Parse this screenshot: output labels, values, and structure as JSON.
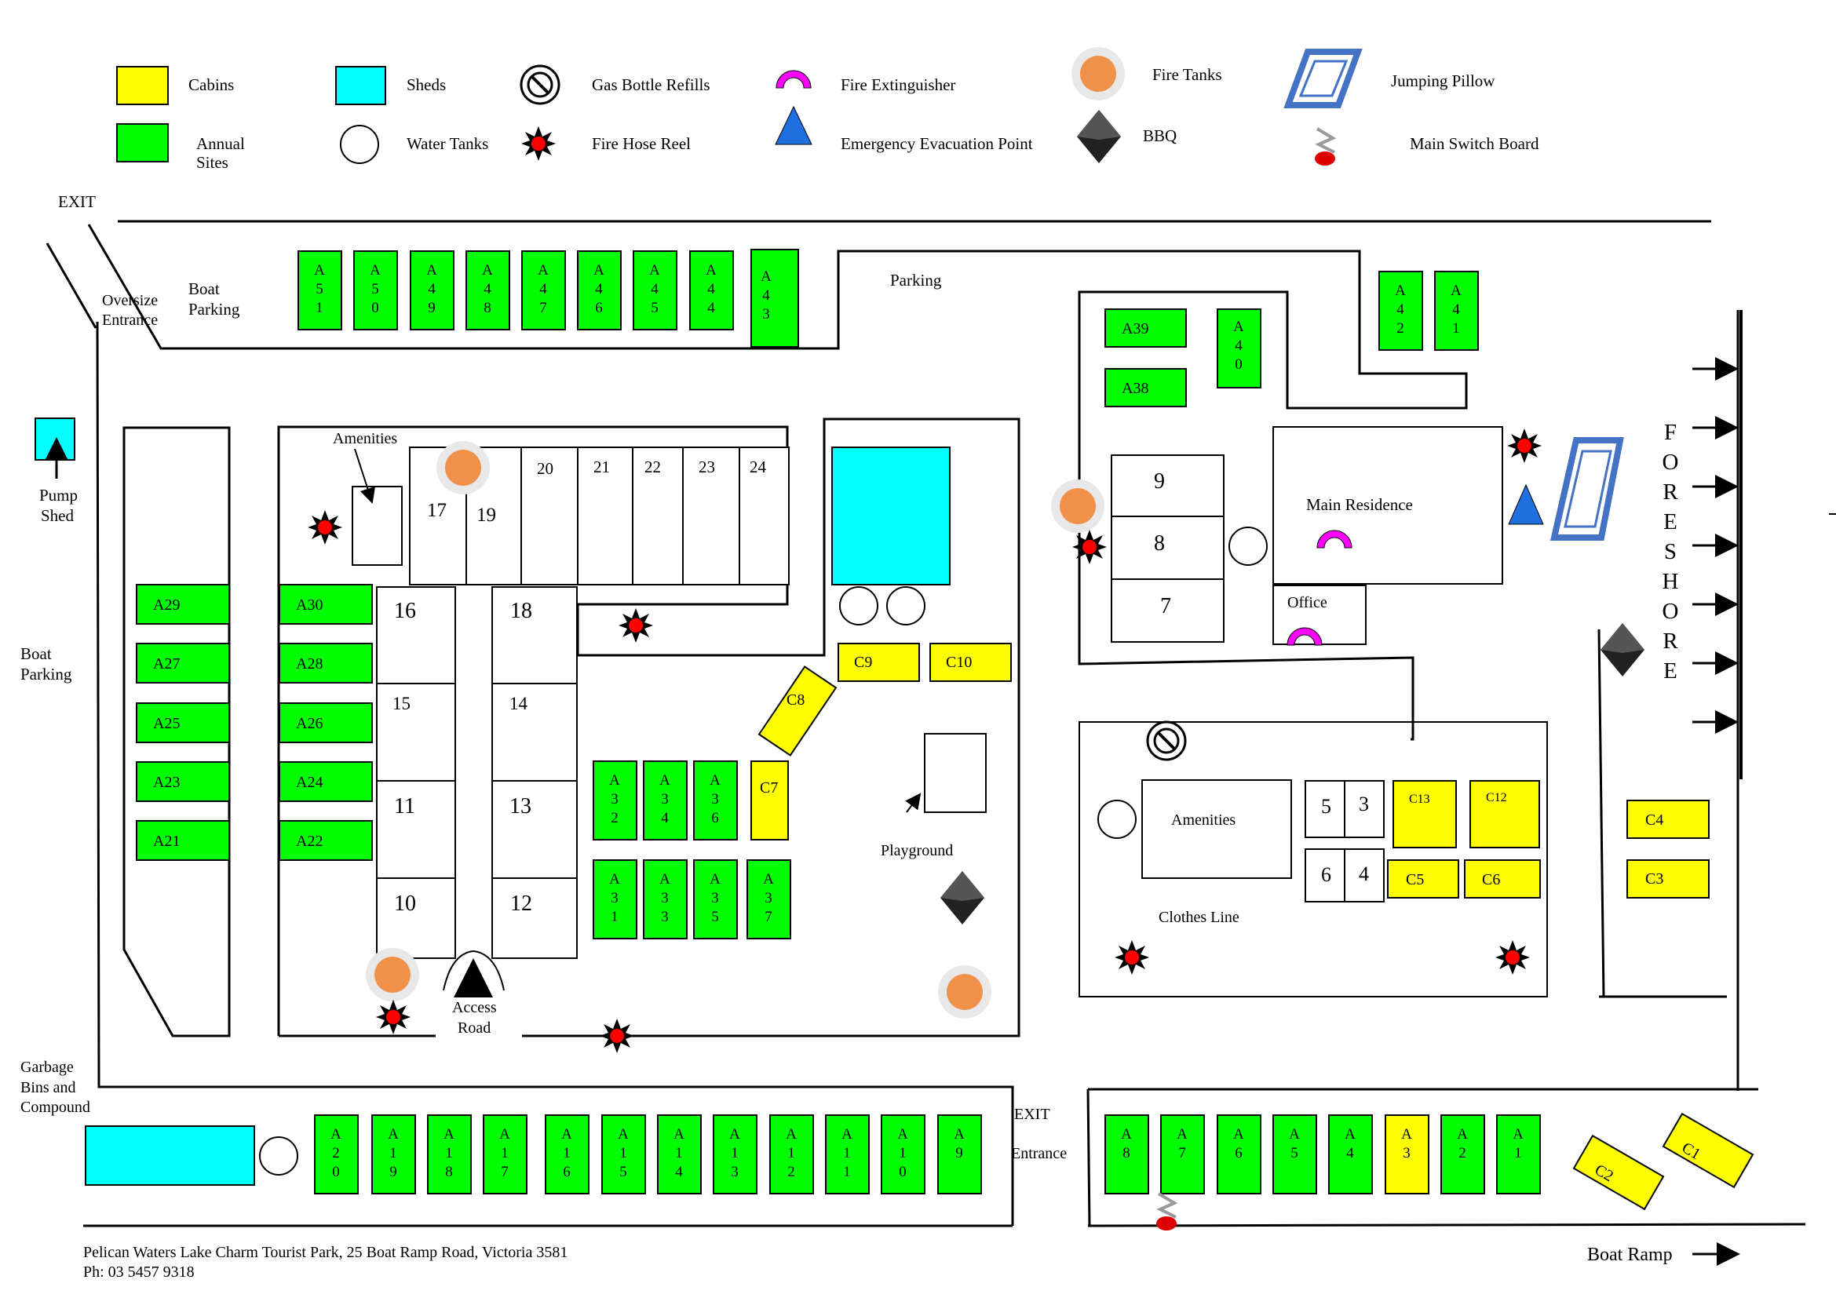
{
  "legend": {
    "cabins": "Cabins",
    "annual_l1": "Annual",
    "annual_l2": "Sites",
    "sheds": "Sheds",
    "water_tanks": "Water Tanks",
    "gas": "Gas Bottle Refills",
    "hose": "Fire Hose Reel",
    "extinguisher": "Fire Extinguisher",
    "evac": "Emergency Evacuation Point",
    "fire_tanks": "Fire Tanks",
    "bbq": "BBQ",
    "pillow": "Jumping Pillow",
    "switch": "Main Switch Board"
  },
  "labels": {
    "exit_top": "EXIT",
    "oversize_1": "Oversize",
    "oversize_2": "Entrance",
    "boat_parking_top_1": "Boat",
    "boat_parking_top_2": "Parking",
    "parking": "Parking",
    "pump_1": "Pump",
    "pump_2": "Shed",
    "boat_parking_left_1": "Boat",
    "boat_parking_left_2": "Parking",
    "amenities_1": "Amenities",
    "access_1": "Access",
    "access_2": "Road",
    "playground": "Playground",
    "main_residence": "Main Residence",
    "office": "Office",
    "amenities_2": "Amenities",
    "clothes_line": "Clothes Line",
    "garbage_1": "Garbage",
    "garbage_2": "Bins  and",
    "garbage_3": "Compound",
    "exit_bottom": "EXIT",
    "entrance_bottom": "Entrance",
    "boat_ramp": "Boat Ramp",
    "foreshore": [
      "F",
      "O",
      "R",
      "E",
      "S",
      "H",
      "O",
      "R",
      "E"
    ]
  },
  "footer": {
    "address": "Pelican Waters Lake Charm Tourist Park, 25 Boat Ramp Road, Victoria 3581",
    "phone": "Ph: 03 5457 9318"
  },
  "annual_sites": {
    "top_row": [
      "A51",
      "A50",
      "A49",
      "A48",
      "A47",
      "A46",
      "A45",
      "A44",
      "A43"
    ],
    "left_col_1": [
      "A29",
      "A27",
      "A25",
      "A23",
      "A21"
    ],
    "left_col_2": [
      "A30",
      "A28",
      "A26",
      "A24",
      "A22"
    ],
    "center_upper": [
      "A32",
      "A34",
      "A36"
    ],
    "center_lower": [
      "A31",
      "A33",
      "A35",
      "A37"
    ],
    "upper_right": [
      "A39",
      "A38",
      "A40",
      "A42",
      "A41"
    ],
    "bottom_left": [
      "A20",
      "A19",
      "A18",
      "A17",
      "A16",
      "A15",
      "A14",
      "A13",
      "A12",
      "A11",
      "A10",
      "A9"
    ],
    "bottom_right": [
      "A8",
      "A7",
      "A6",
      "A5",
      "A4",
      "A3",
      "A2",
      "A1"
    ]
  },
  "cabins": [
    "C1",
    "C2",
    "C3",
    "C4",
    "C5",
    "C6",
    "C7",
    "C8",
    "C9",
    "C10",
    "C12",
    "C13"
  ],
  "numbered_sites": [
    "17",
    "19",
    "20",
    "21",
    "22",
    "23",
    "24",
    "16",
    "18",
    "15",
    "14",
    "11",
    "13",
    "10",
    "12",
    "9",
    "8",
    "7",
    "5",
    "3",
    "6",
    "4"
  ],
  "colors": {
    "annual": "#00ff00",
    "cabin": "#ffff00",
    "shed": "#00ffff",
    "fire_tank": "#f0914a",
    "hose": "#ff0000",
    "extinguisher": "#ff00ff",
    "evac": "#1f6fe0",
    "pillow": "#4472c4"
  }
}
